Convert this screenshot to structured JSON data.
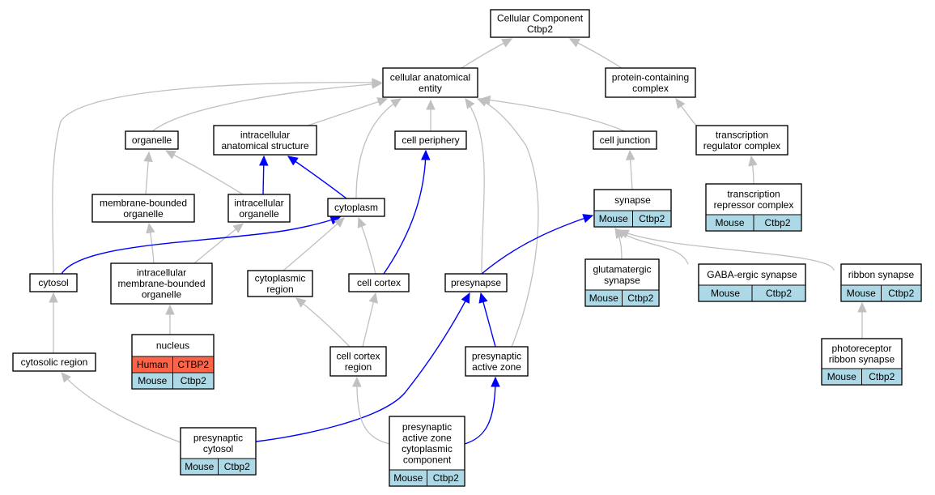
{
  "colors": {
    "mouse_cell": "#add8e6",
    "human_cell": "#ff6347",
    "edge_default": "#c0c0c0",
    "edge_highlight": "#0000ff"
  },
  "nodes": [
    {
      "id": "cc_ctbp2",
      "lines": [
        "Cellular Component",
        "Ctbp2"
      ],
      "cells": []
    },
    {
      "id": "cellular_anatomical_entity",
      "lines": [
        "cellular anatomical",
        "entity"
      ],
      "cells": []
    },
    {
      "id": "protein_containing_complex",
      "lines": [
        "protein-containing",
        "complex"
      ],
      "cells": []
    },
    {
      "id": "organelle",
      "lines": [
        "organelle"
      ],
      "cells": []
    },
    {
      "id": "intracellular_anatomical_structure",
      "lines": [
        "intracellular",
        "anatomical structure"
      ],
      "cells": []
    },
    {
      "id": "cell_periphery",
      "lines": [
        "cell periphery"
      ],
      "cells": []
    },
    {
      "id": "cell_junction",
      "lines": [
        "cell junction"
      ],
      "cells": []
    },
    {
      "id": "transcription_regulator_complex",
      "lines": [
        "transcription",
        "regulator complex"
      ],
      "cells": []
    },
    {
      "id": "membrane_bounded_organelle",
      "lines": [
        "membrane-bounded",
        "organelle"
      ],
      "cells": []
    },
    {
      "id": "intracellular_organelle",
      "lines": [
        "intracellular",
        "organelle"
      ],
      "cells": []
    },
    {
      "id": "cytoplasm",
      "lines": [
        "cytoplasm"
      ],
      "cells": []
    },
    {
      "id": "synapse",
      "lines": [
        "synapse"
      ],
      "cells": [
        [
          "Mouse",
          "Ctbp2"
        ]
      ]
    },
    {
      "id": "transcription_repressor_complex",
      "lines": [
        "transcription",
        "repressor complex"
      ],
      "cells": [
        [
          "Mouse",
          "Ctbp2"
        ]
      ]
    },
    {
      "id": "cytosol",
      "lines": [
        "cytosol"
      ],
      "cells": []
    },
    {
      "id": "intracellular_membrane_bounded_organelle",
      "lines": [
        "intracellular",
        "membrane-bounded",
        "organelle"
      ],
      "cells": []
    },
    {
      "id": "cytoplasmic_region",
      "lines": [
        "cytoplasmic",
        "region"
      ],
      "cells": []
    },
    {
      "id": "cell_cortex",
      "lines": [
        "cell cortex"
      ],
      "cells": []
    },
    {
      "id": "presynapse",
      "lines": [
        "presynapse"
      ],
      "cells": []
    },
    {
      "id": "glutamatergic_synapse",
      "lines": [
        "glutamatergic",
        "synapse"
      ],
      "cells": [
        [
          "Mouse",
          "Ctbp2"
        ]
      ]
    },
    {
      "id": "gaba_ergic_synapse",
      "lines": [
        "GABA-ergic synapse"
      ],
      "cells": [
        [
          "Mouse",
          "Ctbp2"
        ]
      ]
    },
    {
      "id": "ribbon_synapse",
      "lines": [
        "ribbon synapse"
      ],
      "cells": [
        [
          "Mouse",
          "Ctbp2"
        ]
      ]
    },
    {
      "id": "nucleus",
      "lines": [
        "nucleus"
      ],
      "cells": [
        [
          "Human",
          "CTBP2"
        ],
        [
          "Mouse",
          "Ctbp2"
        ]
      ]
    },
    {
      "id": "cytosolic_region",
      "lines": [
        "cytosolic region"
      ],
      "cells": []
    },
    {
      "id": "cell_cortex_region",
      "lines": [
        "cell cortex",
        "region"
      ],
      "cells": []
    },
    {
      "id": "presynaptic_active_zone",
      "lines": [
        "presynaptic",
        "active zone"
      ],
      "cells": []
    },
    {
      "id": "photoreceptor_ribbon_synapse",
      "lines": [
        "photoreceptor",
        "ribbon synapse"
      ],
      "cells": [
        [
          "Mouse",
          "Ctbp2"
        ]
      ]
    },
    {
      "id": "presynaptic_cytosol",
      "lines": [
        "presynaptic",
        "cytosol"
      ],
      "cells": [
        [
          "Mouse",
          "Ctbp2"
        ]
      ]
    },
    {
      "id": "presynaptic_active_zone_cytoplasmic_component",
      "lines": [
        "presynaptic",
        "active zone",
        "cytoplasmic",
        "component"
      ],
      "cells": [
        [
          "Mouse",
          "Ctbp2"
        ]
      ]
    }
  ],
  "edges": [
    {
      "from": "cellular_anatomical_entity",
      "to": "cc_ctbp2",
      "highlight": false
    },
    {
      "from": "protein_containing_complex",
      "to": "cc_ctbp2",
      "highlight": false
    },
    {
      "from": "organelle",
      "to": "cellular_anatomical_entity",
      "highlight": false
    },
    {
      "from": "intracellular_anatomical_structure",
      "to": "cellular_anatomical_entity",
      "highlight": false
    },
    {
      "from": "cell_periphery",
      "to": "cellular_anatomical_entity",
      "highlight": false
    },
    {
      "from": "cell_junction",
      "to": "cellular_anatomical_entity",
      "highlight": false
    },
    {
      "from": "cytosol",
      "to": "cellular_anatomical_entity",
      "highlight": false
    },
    {
      "from": "cytoplasm",
      "to": "cellular_anatomical_entity",
      "highlight": false
    },
    {
      "from": "presynapse",
      "to": "cellular_anatomical_entity",
      "highlight": false
    },
    {
      "from": "presynaptic_active_zone",
      "to": "cellular_anatomical_entity",
      "highlight": false
    },
    {
      "from": "transcription_regulator_complex",
      "to": "protein_containing_complex",
      "highlight": false
    },
    {
      "from": "membrane_bounded_organelle",
      "to": "organelle",
      "highlight": false
    },
    {
      "from": "intracellular_organelle",
      "to": "organelle",
      "highlight": false
    },
    {
      "from": "intracellular_organelle",
      "to": "intracellular_anatomical_structure",
      "highlight": true
    },
    {
      "from": "cytoplasm",
      "to": "intracellular_anatomical_structure",
      "highlight": true
    },
    {
      "from": "cell_cortex",
      "to": "cell_periphery",
      "highlight": true
    },
    {
      "from": "synapse",
      "to": "cell_junction",
      "highlight": false
    },
    {
      "from": "transcription_repressor_complex",
      "to": "transcription_regulator_complex",
      "highlight": false
    },
    {
      "from": "intracellular_membrane_bounded_organelle",
      "to": "membrane_bounded_organelle",
      "highlight": false
    },
    {
      "from": "intracellular_membrane_bounded_organelle",
      "to": "intracellular_organelle",
      "highlight": false
    },
    {
      "from": "cytosol",
      "to": "cytoplasm",
      "highlight": true
    },
    {
      "from": "cytoplasmic_region",
      "to": "cytoplasm",
      "highlight": false
    },
    {
      "from": "cell_cortex",
      "to": "cytoplasm",
      "highlight": false
    },
    {
      "from": "presynapse",
      "to": "synapse",
      "highlight": true
    },
    {
      "from": "glutamatergic_synapse",
      "to": "synapse",
      "highlight": false
    },
    {
      "from": "gaba_ergic_synapse",
      "to": "synapse",
      "highlight": false
    },
    {
      "from": "ribbon_synapse",
      "to": "synapse",
      "highlight": false
    },
    {
      "from": "nucleus",
      "to": "intracellular_membrane_bounded_organelle",
      "highlight": false
    },
    {
      "from": "cytosolic_region",
      "to": "cytosol",
      "highlight": false
    },
    {
      "from": "cell_cortex_region",
      "to": "cytoplasmic_region",
      "highlight": false
    },
    {
      "from": "cell_cortex_region",
      "to": "cell_cortex",
      "highlight": false
    },
    {
      "from": "presynaptic_active_zone",
      "to": "presynapse",
      "highlight": true
    },
    {
      "from": "photoreceptor_ribbon_synapse",
      "to": "ribbon_synapse",
      "highlight": false
    },
    {
      "from": "presynaptic_cytosol",
      "to": "cytosolic_region",
      "highlight": false
    },
    {
      "from": "presynaptic_cytosol",
      "to": "presynapse",
      "highlight": true
    },
    {
      "from": "presynaptic_active_zone_cytoplasmic_component",
      "to": "cell_cortex_region",
      "highlight": false
    },
    {
      "from": "presynaptic_active_zone_cytoplasmic_component",
      "to": "presynaptic_active_zone",
      "highlight": true
    }
  ]
}
